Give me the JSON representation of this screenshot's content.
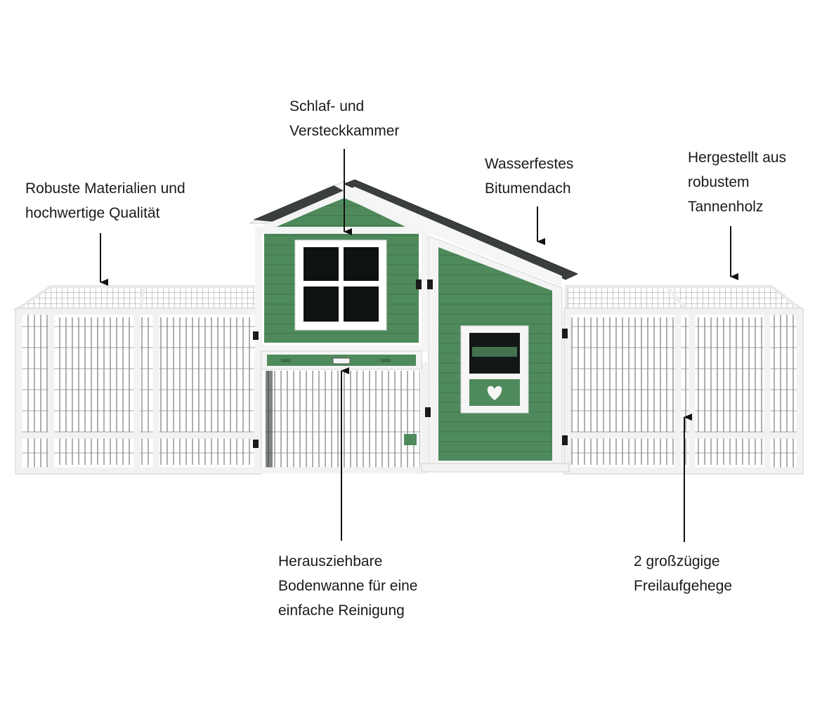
{
  "callouts": {
    "materials": [
      "Robuste Materialien und",
      "hochwertige Qualität"
    ],
    "sleep_chamber": [
      "Schlaf- und",
      "Versteckkammer"
    ],
    "roof": [
      "Wasserfestes",
      "Bitumendach"
    ],
    "wood": [
      "Hergestellt aus",
      "robustem",
      "Tannenholz"
    ],
    "tray": [
      "Herausziehbare",
      "Bodenwanne für eine",
      "einfache Reinigung"
    ],
    "runs": [
      "2 großzügige",
      "Freilaufgehege"
    ]
  },
  "colors": {
    "wall_green": "#4f8a5c",
    "frame_white": "#f4f4f4",
    "roof_dark": "#3a3f3d",
    "wire": "#555b60",
    "text": "#1a1a1a"
  }
}
